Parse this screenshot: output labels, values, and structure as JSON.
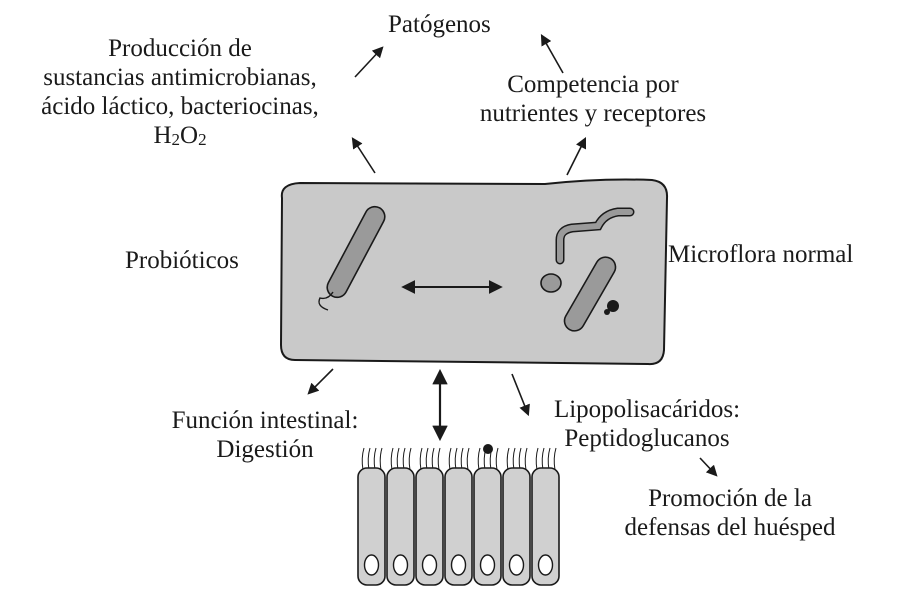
{
  "labels": {
    "pathogens": "Patógenos",
    "antimicrobial": {
      "line1": "Producción de",
      "line2": "sustancias antimicrobianas,",
      "line3": "ácido láctico, bacteriocinas,",
      "line4_h": "H",
      "line4_sub1": "2",
      "line4_o": "O",
      "line4_sub2": "2"
    },
    "competition": {
      "line1": "Competencia por",
      "line2": "nutrientes y receptores"
    },
    "probiotics": "Probióticos",
    "normal_flora": "Microflora normal",
    "intestinal_function": {
      "line1": "Función intestinal:",
      "line2": "Digestión"
    },
    "lps": {
      "line1": "Lipopolisacáridos:",
      "line2": "Peptidoglucanos"
    },
    "defense": {
      "line1": "Promoción de la",
      "line2": "defensas del huésped"
    }
  },
  "colors": {
    "box_fill": "#c9c9c9",
    "bacteria_fill": "#9a9a9a",
    "ink": "#1a1a1a",
    "cell_fill": "#d0d0d0",
    "nucleus_fill": "#ffffff"
  }
}
